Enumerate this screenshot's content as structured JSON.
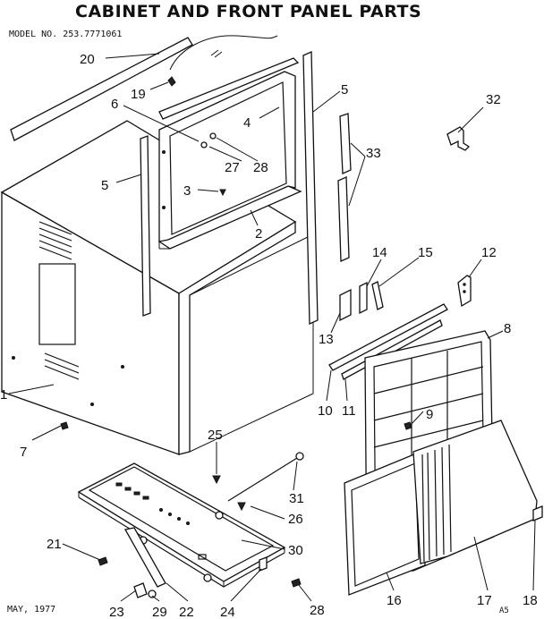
{
  "header": {
    "title": "CABINET AND FRONT PANEL PARTS",
    "model": "MODEL NO. 253.7771061"
  },
  "footer": {
    "date": "MAY, 1977",
    "code": "A5"
  },
  "callouts": {
    "n1": "1",
    "n2": "2",
    "n3": "3",
    "n4": "4",
    "n5a": "5",
    "n5b": "5",
    "n6": "6",
    "n7": "7",
    "n8": "8",
    "n9": "9",
    "n10": "10",
    "n11": "11",
    "n12": "12",
    "n13": "13",
    "n14": "14",
    "n15": "15",
    "n16": "16",
    "n17": "17",
    "n18": "18",
    "n19": "19",
    "n20": "20",
    "n21": "21",
    "n22": "22",
    "n23": "23",
    "n24": "24",
    "n25": "25",
    "n26": "26",
    "n27": "27",
    "n28a": "28",
    "n28b": "28",
    "n29": "29",
    "n30": "30",
    "n31": "31",
    "n32": "32",
    "n33": "33"
  }
}
